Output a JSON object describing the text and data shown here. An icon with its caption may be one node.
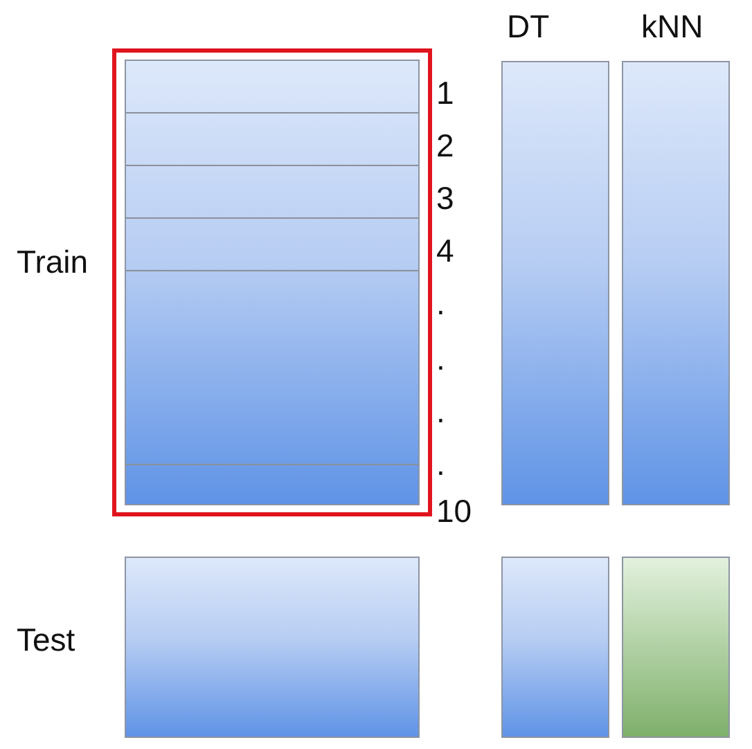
{
  "diagram": {
    "nodes": [
      {
        "text": [],
        "shape": "bar",
        "beside": [
          "Train"
        ]
      },
      {
        "text": [],
        "shape": "bar",
        "beside": [
          "Test"
        ]
      },
      {
        "text": [],
        "shape": "bar",
        "beside": [
          "DT"
        ]
      },
      {
        "text": [],
        "shape": "bar",
        "beside": [
          "kNN"
        ]
      },
      {
        "text": [],
        "shape": "bar"
      },
      {
        "text": [],
        "shape": "bar"
      }
    ],
    "edges": [],
    "labels": [
      "1",
      "2",
      "3",
      "4",
      ".",
      ".",
      ".",
      ".",
      "10"
    ]
  }
}
